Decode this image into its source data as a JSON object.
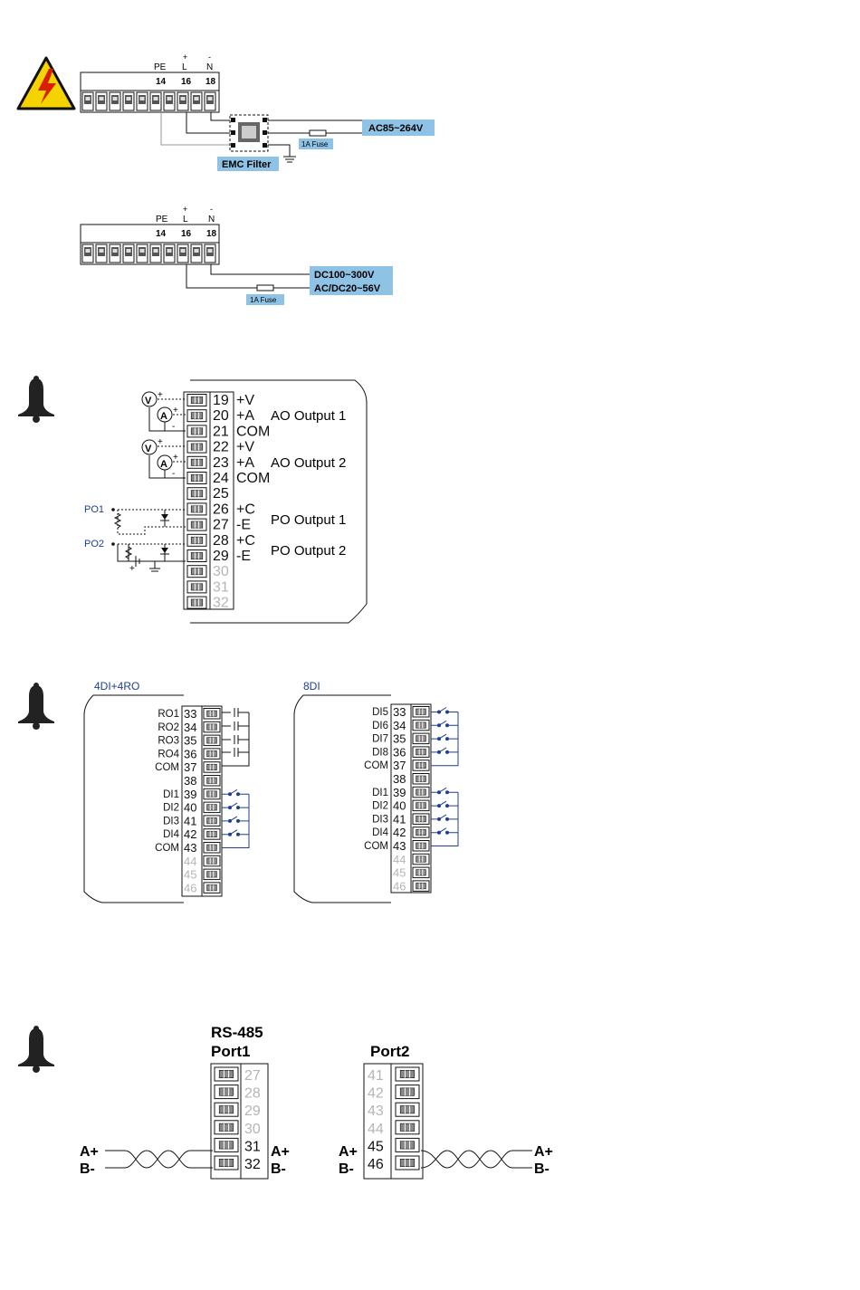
{
  "colors": {
    "label_bg": "#8ec3e6",
    "warning_yellow": "#f5d300",
    "warning_red": "#d81e05",
    "blue_text": "#1f3f8f",
    "grey_num": "#b5b5b5",
    "line": "#111111"
  },
  "icons": [
    "high-voltage-warning-icon",
    "bell-icon"
  ],
  "power_ac": {
    "pe_label": "PE",
    "l_label": "L",
    "n_label": "N",
    "plus": "+",
    "minus": "-",
    "num_14": "14",
    "num_16": "16",
    "num_18": "18",
    "source_label": "AC85~264V",
    "fuse_label": "1A Fuse",
    "filter_label": "EMC Filter"
  },
  "power_dc": {
    "pe_label": "PE",
    "l_label": "L",
    "n_label": "N",
    "plus": "+",
    "minus": "-",
    "num_14": "14",
    "num_16": "16",
    "num_18": "18",
    "source_label_1": "DC100~300V",
    "source_label_2": "AC/DC20~56V",
    "fuse_label": "1A Fuse"
  },
  "analog": {
    "terminals": [
      {
        "num": "19",
        "sig": "+V",
        "active": true
      },
      {
        "num": "20",
        "sig": "+A",
        "active": true
      },
      {
        "num": "21",
        "sig": "COM",
        "active": true
      },
      {
        "num": "22",
        "sig": "+V",
        "active": true
      },
      {
        "num": "23",
        "sig": "+A",
        "active": true
      },
      {
        "num": "24",
        "sig": "COM",
        "active": true
      },
      {
        "num": "25",
        "sig": "",
        "active": true
      },
      {
        "num": "26",
        "sig": "+C",
        "active": true
      },
      {
        "num": "27",
        "sig": "-E",
        "active": true
      },
      {
        "num": "28",
        "sig": "+C",
        "active": true
      },
      {
        "num": "29",
        "sig": "-E",
        "active": true
      },
      {
        "num": "30",
        "sig": "",
        "active": false
      },
      {
        "num": "31",
        "sig": "",
        "active": false
      },
      {
        "num": "32",
        "sig": "",
        "active": false
      }
    ],
    "groups": [
      "AO Output 1",
      "AO Output 2",
      "PO Output 1",
      "PO Output 2"
    ],
    "meter_v": "V",
    "meter_a": "A",
    "plus": "+",
    "minus": "-",
    "po1": "PO1",
    "po2": "PO2"
  },
  "digital_4di4ro": {
    "title": "4DI+4RO",
    "terminals": [
      {
        "num": "33",
        "label": "RO1",
        "active": true
      },
      {
        "num": "34",
        "label": "RO2",
        "active": true
      },
      {
        "num": "35",
        "label": "RO3",
        "active": true
      },
      {
        "num": "36",
        "label": "RO4",
        "active": true
      },
      {
        "num": "37",
        "label": "COM",
        "active": true
      },
      {
        "num": "38",
        "label": "",
        "active": true
      },
      {
        "num": "39",
        "label": "DI1",
        "active": true
      },
      {
        "num": "40",
        "label": "DI2",
        "active": true
      },
      {
        "num": "41",
        "label": "DI3",
        "active": true
      },
      {
        "num": "42",
        "label": "DI4",
        "active": true
      },
      {
        "num": "43",
        "label": "COM",
        "active": true
      },
      {
        "num": "44",
        "label": "",
        "active": false
      },
      {
        "num": "45",
        "label": "",
        "active": false
      },
      {
        "num": "46",
        "label": "",
        "active": false
      }
    ]
  },
  "digital_8di": {
    "title": "8DI",
    "terminals": [
      {
        "num": "33",
        "label": "DI5",
        "active": true
      },
      {
        "num": "34",
        "label": "DI6",
        "active": true
      },
      {
        "num": "35",
        "label": "DI7",
        "active": true
      },
      {
        "num": "36",
        "label": "DI8",
        "active": true
      },
      {
        "num": "37",
        "label": "COM",
        "active": true
      },
      {
        "num": "38",
        "label": "",
        "active": true
      },
      {
        "num": "39",
        "label": "DI1",
        "active": true
      },
      {
        "num": "40",
        "label": "DI2",
        "active": true
      },
      {
        "num": "41",
        "label": "DI3",
        "active": true
      },
      {
        "num": "42",
        "label": "DI4",
        "active": true
      },
      {
        "num": "43",
        "label": "COM",
        "active": true
      },
      {
        "num": "44",
        "label": "",
        "active": false
      },
      {
        "num": "45",
        "label": "",
        "active": false
      },
      {
        "num": "46",
        "label": "",
        "active": false
      }
    ]
  },
  "rs485": {
    "title": "RS-485",
    "port1_label": "Port1",
    "port2_label": "Port2",
    "port1_terminals": [
      {
        "num": "27",
        "active": false
      },
      {
        "num": "28",
        "active": false
      },
      {
        "num": "29",
        "active": false
      },
      {
        "num": "30",
        "active": false
      },
      {
        "num": "31",
        "active": true
      },
      {
        "num": "32",
        "active": true
      }
    ],
    "port2_terminals": [
      {
        "num": "41",
        "active": false
      },
      {
        "num": "42",
        "active": false
      },
      {
        "num": "43",
        "active": false
      },
      {
        "num": "44",
        "active": false
      },
      {
        "num": "45",
        "active": true
      },
      {
        "num": "46",
        "active": true
      }
    ],
    "a_plus": "A+",
    "b_minus": "B-"
  }
}
